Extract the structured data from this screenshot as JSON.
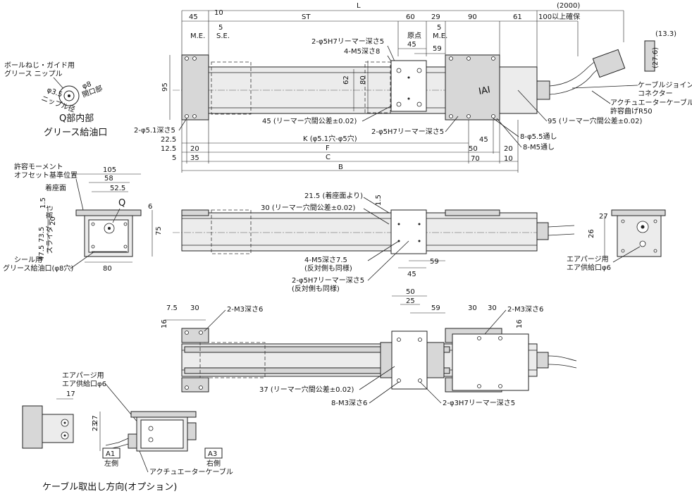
{
  "top_view": {
    "dims_top": [
      "45",
      "10",
      "ST",
      "60",
      "29",
      "90",
      "61",
      "L",
      "100以上確保",
      "(2000)"
    ],
    "small_5_left": "5",
    "small_5_right": "5",
    "me_left": "M.E.",
    "se": "S.E.",
    "origin": "原点",
    "me_right": "M.E.",
    "h95": "95",
    "h62": "62",
    "h80": "80",
    "c45": "45",
    "c59": "59",
    "leaders": [
      "2-φ5H7リーマー深さ5",
      "4-M5深さ8",
      "45 (リーマー穴間公差±0.02)",
      "2-φ5H7リーマー深さ5",
      "95 (リーマー穴間公差±0.02)",
      "8-φ5.5通し",
      "8-M5通し",
      "2-φ5.1深さ5"
    ],
    "cable_labels": [
      "ケーブルジョイント",
      "コネクター",
      "アクチュエーターケーブル",
      "許容曲げR50"
    ],
    "conn_w": "(13.3)",
    "conn_h": "(27.6)",
    "logo": "IAI",
    "bottom_dims": {
      "d22_5": "22.5",
      "d12_5": "12.5",
      "d5a": "5",
      "d20a": "20",
      "d35": "35",
      "k": "K (φ5.1穴-φ5穴)",
      "f": "F",
      "c": "C",
      "b": "B",
      "d50": "50",
      "d45": "45",
      "d20b": "20",
      "d70": "70",
      "d10": "10"
    }
  },
  "detail_q": {
    "lines": [
      "ボールねじ・ガイド用",
      "グリース ニップル"
    ],
    "d35": "φ3.5",
    "nipple": "ニップル径",
    "d8": "φ8",
    "open": "開口部",
    "caption": "Q部内部",
    "caption2": "グリース給油口"
  },
  "end_view": {
    "offset": [
      "許容モーメント",
      "オフセット基準位置"
    ],
    "seat": "着座面",
    "d105": "105",
    "d58": "58",
    "d52_5": "52.5",
    "q": "Q",
    "d6": "6",
    "d1_5": "1.5",
    "d20": "20",
    "d73_5": "73.5",
    "slider": "スライダー高さ",
    "d47_5": "47.5",
    "d75": "75",
    "d80": "80",
    "seal": [
      "シール用",
      "グリース給油口(φ8穴)"
    ]
  },
  "side_view": {
    "l1": "21.5 (着座面より)",
    "l2": "30 (リーマー穴間公差±0.02)",
    "d1_5": "1.5",
    "l3": "4-M5深さ7.5",
    "l4": "(反対側も同様)",
    "l5": "2-φ5H7リーマー深さ5",
    "l6": "(反対側も同様)",
    "d45": "45",
    "d59": "59"
  },
  "right_end": {
    "d27": "27",
    "d26": "26",
    "purge": [
      "エアパージ用",
      "エア供給口φ6"
    ]
  },
  "bottom_view": {
    "d7_5": "7.5",
    "d30a": "30",
    "m3_left": "2-M3深さ6",
    "d16a": "16",
    "d50": "50",
    "d25": "25",
    "d59": "59",
    "d30b": "30",
    "d30c": "30",
    "m3_right": "2-M3深さ6",
    "d16b": "16",
    "l37": "37 (リーマー穴間公差±0.02)",
    "m3_8": "8-M3深さ6",
    "r3": "2-φ3H7リーマー深さ5"
  },
  "option_view": {
    "purge": [
      "エアパージ用",
      "エア供給口φ6"
    ],
    "d17": "17",
    "d23": "23",
    "d27": "27",
    "a1": "A1",
    "a1s": "左側",
    "a3": "A3",
    "a3s": "右側",
    "cable": "アクチュエーターケーブル",
    "caption": "ケーブル取出し方向(オプション)"
  }
}
